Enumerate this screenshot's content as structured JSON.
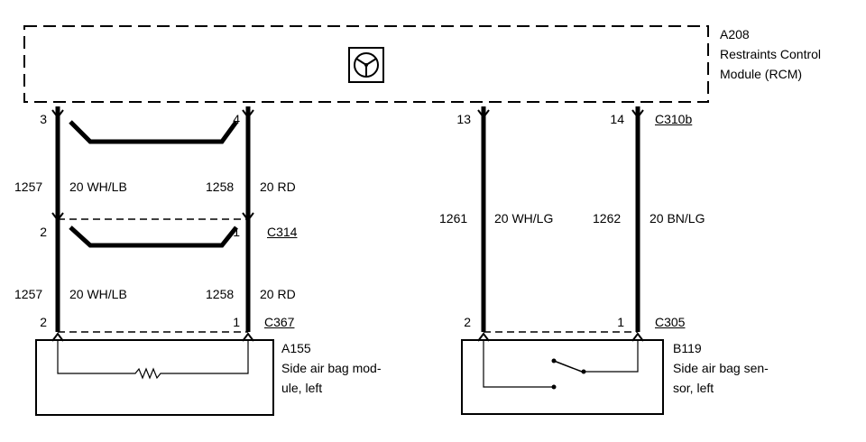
{
  "module": {
    "id": "A208",
    "name_line1": "Restraints Control",
    "name_line2": "Module (RCM)",
    "icon": "steering-wheel-icon"
  },
  "left_circuit": {
    "rcm_pin_a": "3",
    "rcm_pin_b": "4",
    "seg1_circuit_a": "1257",
    "seg1_wire_a": "20 WH/LB",
    "seg1_circuit_b": "1258",
    "seg1_wire_b": "20 RD",
    "c314_pin_a": "2",
    "c314_pin_b": "1",
    "c314_label": "C314",
    "seg2_circuit_a": "1257",
    "seg2_wire_a": "20 WH/LB",
    "seg2_circuit_b": "1258",
    "seg2_wire_b": "20 RD",
    "c367_pin_a": "2",
    "c367_pin_b": "1",
    "c367_label": "C367"
  },
  "right_circuit": {
    "rcm_pin_a": "13",
    "rcm_pin_b": "14",
    "c310b_label": "C310b",
    "circuit_a": "1261",
    "wire_a": "20 WH/LG",
    "circuit_b": "1262",
    "wire_b": "20 BN/LG",
    "c305_pin_a": "2",
    "c305_pin_b": "1",
    "c305_label": "C305"
  },
  "airbag_module": {
    "id": "A155",
    "line1": "Side air bag mod-",
    "line2": "ule, left"
  },
  "airbag_sensor": {
    "id": "B119",
    "line1": "Side air bag sen-",
    "line2": "sor, left"
  }
}
